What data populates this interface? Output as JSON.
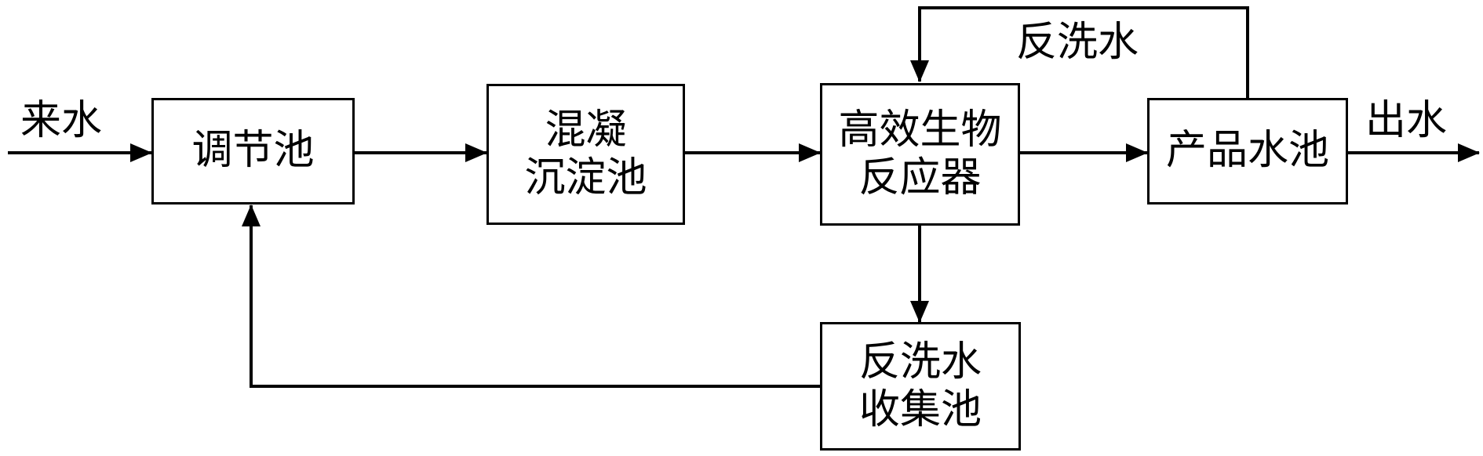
{
  "nodes": {
    "adjust": {
      "line1": "调节池"
    },
    "coag": {
      "line1": "混凝",
      "line2": "沉淀池"
    },
    "reactor": {
      "line1": "高效生物",
      "line2": "反应器"
    },
    "product": {
      "line1": "产品水池"
    },
    "collect": {
      "line1": "反洗水",
      "line2": "收集池"
    }
  },
  "labels": {
    "inflow": "来水",
    "outflow": "出水",
    "backwash": "反洗水"
  }
}
